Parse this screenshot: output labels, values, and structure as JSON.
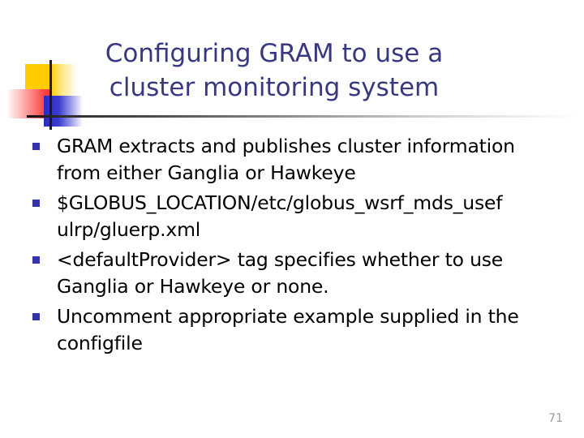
{
  "slide": {
    "title_lines": [
      "Configuring GRAM to use a",
      "cluster monitoring system"
    ],
    "title_color": "#383880",
    "bullets": [
      {
        "text": "GRAM extracts and publishes cluster information\nfrom either Ganglia or Hawkeye"
      },
      {
        "text": "$GLOBUS_LOCATION/etc/globus_wsrf_mds_usef\nulrp/gluerp.xml"
      },
      {
        "text": "<defaultProvider> tag specifies whether to use\nGanglia or Hawkeye or none."
      },
      {
        "text": "Uncomment appropriate example supplied in the\nconfigfile"
      }
    ],
    "bullet_marker_color": "#3333AA",
    "page_number": "71",
    "decoration": {
      "yellow_color": "#FFCC00",
      "red_color": "#FF3333",
      "blue_color": "#3333CC",
      "line_color": "#111111"
    }
  }
}
